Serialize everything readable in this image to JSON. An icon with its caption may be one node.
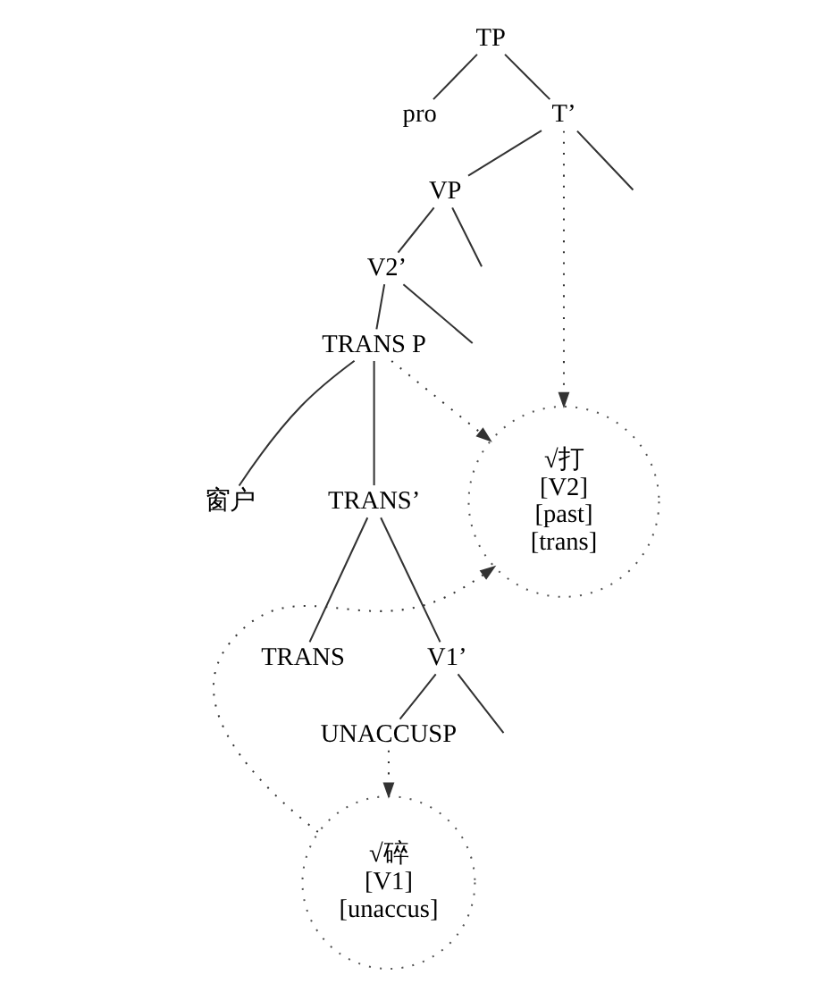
{
  "diagram": {
    "nodes": [
      {
        "text": [
          "TP"
        ]
      },
      {
        "text": [
          "pro"
        ]
      },
      {
        "text": [
          "T’"
        ]
      },
      {
        "text": [
          "VP"
        ]
      },
      {
        "text": [
          "V2’"
        ]
      },
      {
        "text": [
          "TRANS P"
        ]
      },
      {
        "text": [
          "√打",
          "[V2]",
          "[past]",
          "[trans]"
        ]
      },
      {
        "text": [
          "窗户"
        ]
      },
      {
        "text": [
          "TRANS’"
        ]
      },
      {
        "text": [
          "TRANS"
        ]
      },
      {
        "text": [
          "V1’"
        ]
      },
      {
        "text": [
          "√碎",
          "[V1]",
          "[unaccus]"
        ]
      },
      {
        "text": [
          "UNACCUSP"
        ]
      }
    ],
    "edges": [
      {
        "from": 0,
        "to": 1,
        "arrow": "none"
      },
      {
        "from": 0,
        "to": 2,
        "arrow": "none"
      },
      {
        "from": 2,
        "to": null,
        "arrow": "none"
      },
      {
        "from": 2,
        "to": 3,
        "arrow": "none"
      },
      {
        "from": 3,
        "to": null,
        "arrow": "none"
      },
      {
        "from": 3,
        "to": 4,
        "arrow": "none"
      },
      {
        "from": 4,
        "to": null,
        "arrow": "none"
      },
      {
        "from": 4,
        "to": 5,
        "arrow": "none"
      },
      {
        "from": 5,
        "to": 7,
        "arrow": "none"
      },
      {
        "from": 5,
        "to": 8,
        "arrow": "none"
      },
      {
        "from": 8,
        "to": 9,
        "arrow": "none"
      },
      {
        "from": 8,
        "to": 10,
        "arrow": "none"
      },
      {
        "from": 10,
        "to": null,
        "arrow": "none"
      },
      {
        "from": 10,
        "to": 12,
        "arrow": "none"
      },
      {
        "from": 2,
        "to": 6,
        "arrow": "to",
        "style": "dashed"
      },
      {
        "from": 5,
        "to": 6,
        "arrow": "to",
        "style": "dashed"
      },
      {
        "from": 11,
        "to": 6,
        "arrow": "to",
        "style": "dashed"
      },
      {
        "from": 12,
        "to": 11,
        "arrow": "to",
        "style": "dashed"
      }
    ]
  }
}
